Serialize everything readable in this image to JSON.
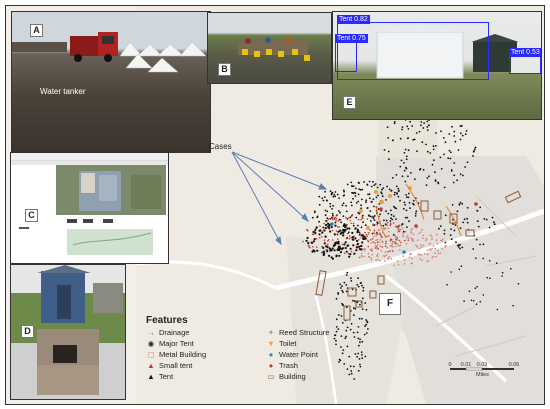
{
  "panels": {
    "a": {
      "label": "A",
      "caption": "Water tanker"
    },
    "b": {
      "label": "B"
    },
    "c": {
      "label": "C"
    },
    "d": {
      "label": "D"
    },
    "e": {
      "label": "E",
      "detections": [
        {
          "text": "Tent 0.82"
        },
        {
          "text": "Tent 0.75"
        },
        {
          "text": "Tent 0.53"
        }
      ]
    },
    "f": {
      "label": "F"
    }
  },
  "callout": {
    "text": "Cases"
  },
  "legend": {
    "title": "Features",
    "items": [
      {
        "label": "Drainage",
        "symbol": "drainage-icon",
        "color": "#c0392b"
      },
      {
        "label": "Major Tent",
        "symbol": "major-tent-icon",
        "color": "#222222"
      },
      {
        "label": "Metal Building",
        "symbol": "metal-building-icon",
        "color": "#d98880"
      },
      {
        "label": "Small tent",
        "symbol": "small-tent-icon",
        "color": "#c0392b"
      },
      {
        "label": "Tent",
        "symbol": "tent-icon",
        "color": "#111111"
      },
      {
        "label": "Reed Structure",
        "symbol": "reed-structure-icon",
        "color": "#999999"
      },
      {
        "label": "Toilet",
        "symbol": "toilet-icon",
        "color": "#e8a33a"
      },
      {
        "label": "Water Point",
        "symbol": "water-point-icon",
        "color": "#2e86c1"
      },
      {
        "label": "Trash",
        "symbol": "trash-icon",
        "color": "#c0392b"
      },
      {
        "label": "Building",
        "symbol": "building-icon",
        "color": "#8b5a3c"
      }
    ]
  },
  "scale": {
    "ticks": [
      "0",
      "0.01",
      "0.03",
      "0.06"
    ],
    "unit": "Miles"
  }
}
